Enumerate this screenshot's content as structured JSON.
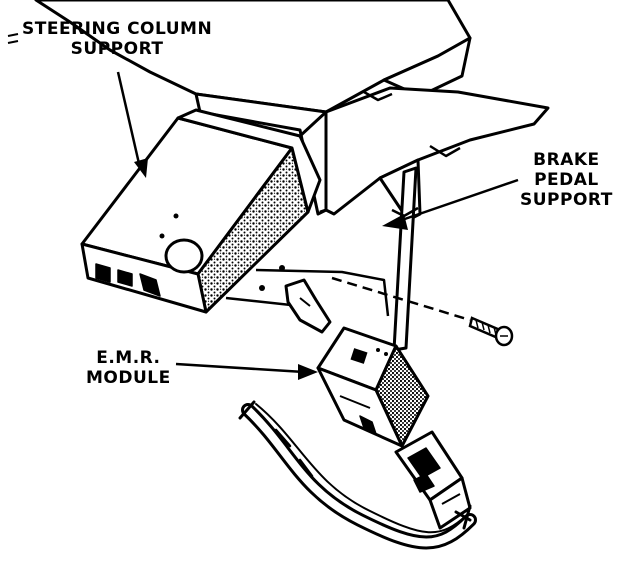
{
  "labels": {
    "steering_column_support": {
      "line1": "STEERING COLUMN",
      "line2": "SUPPORT"
    },
    "brake_pedal_support": {
      "line1": "BRAKE",
      "line2": "PEDAL",
      "line3": "SUPPORT"
    },
    "emr_module": {
      "line1": "E.M.R.",
      "line2": "MODULE"
    }
  },
  "colors": {
    "ink": "#000000",
    "paper": "#ffffff"
  }
}
